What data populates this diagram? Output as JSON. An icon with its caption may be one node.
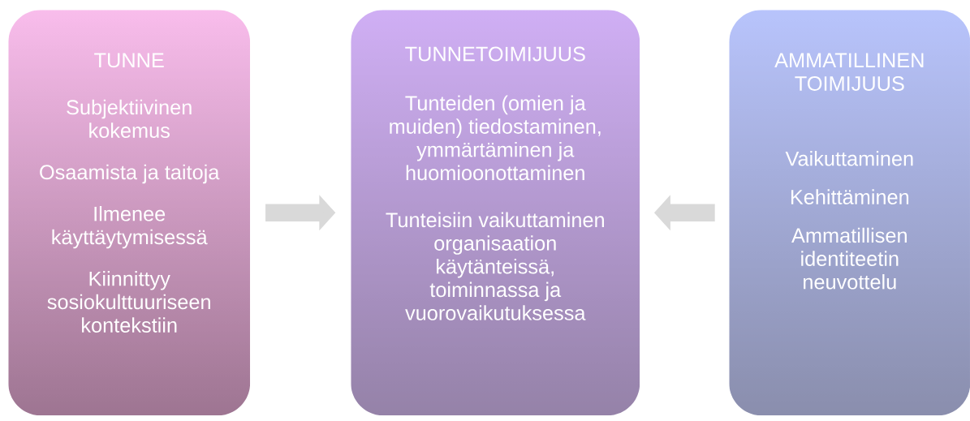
{
  "diagram": {
    "nodes": [
      {
        "text": [
          "TUNNE",
          "Subjektiivinen kokemus",
          "Osaamista ja taitoja",
          "Ilmenee käyttäytymisessä",
          "Kiinnittyy sosiokulttuuriseen kontekstiin"
        ]
      },
      {
        "text": [
          "TUNNETOIMIJUUS",
          "Tunteiden (omien ja muiden) tiedostaminen, ymmärtäminen ja huomioonottaminen",
          "Tunteisiin vaikuttaminen organisaation käytänteissä, toiminnassa ja vuorovaikutuksessa"
        ]
      },
      {
        "text": [
          "AMMATILLINEN TOIMIJUUS",
          "Vaikuttaminen",
          "Kehittäminen",
          "Ammatillisen identiteetin neuvottelu"
        ]
      }
    ],
    "edges": [
      {
        "from": 0,
        "to": 1,
        "arrow": "to"
      },
      {
        "from": 2,
        "to": 1,
        "arrow": "to"
      }
    ]
  }
}
